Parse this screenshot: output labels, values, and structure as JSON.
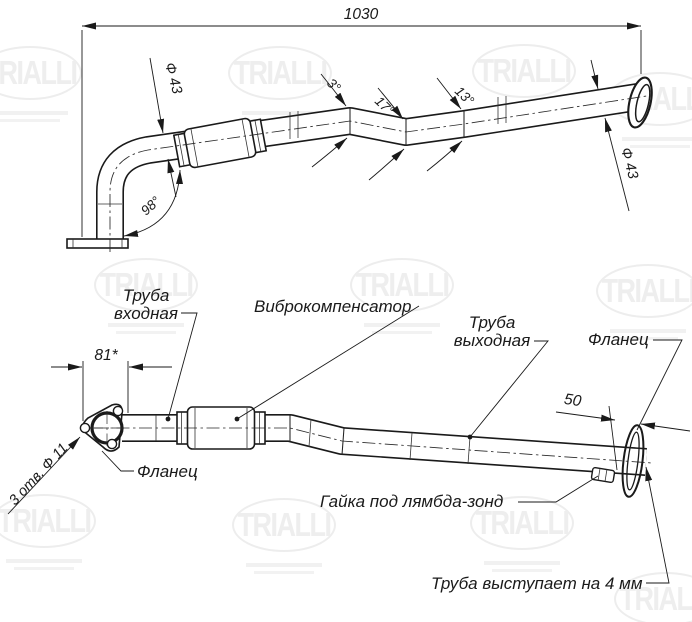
{
  "colors": {
    "ink": "#1a1a1a",
    "watermark": "#ededed",
    "background": "#ffffff"
  },
  "watermark": {
    "brand": "TRIALLI"
  },
  "top_view": {
    "overall_length": "1030",
    "inlet_diameter": "Ф 43",
    "outlet_diameter": "Ф 43",
    "bend_angle": "98°",
    "kink_angle_1": "3°",
    "kink_angle_2": "17°",
    "kink_angle_3": "13°"
  },
  "bottom_view": {
    "flange_bolt_offset": "81*",
    "flange_holes": "3 отв. Ф 11",
    "flange_left": "Фланец",
    "inlet_pipe_line1": "Труба",
    "inlet_pipe_line2": "входная",
    "vibro_compensator": "Виброкомпенсатор",
    "outlet_pipe_line1": "Труба",
    "outlet_pipe_line2": "выходная",
    "flange_right": "Фланец",
    "nut_to_flange": "50",
    "lambda_nut": "Гайка под лямбда-зонд",
    "protrusion_note": "Труба выступает на 4 мм"
  }
}
